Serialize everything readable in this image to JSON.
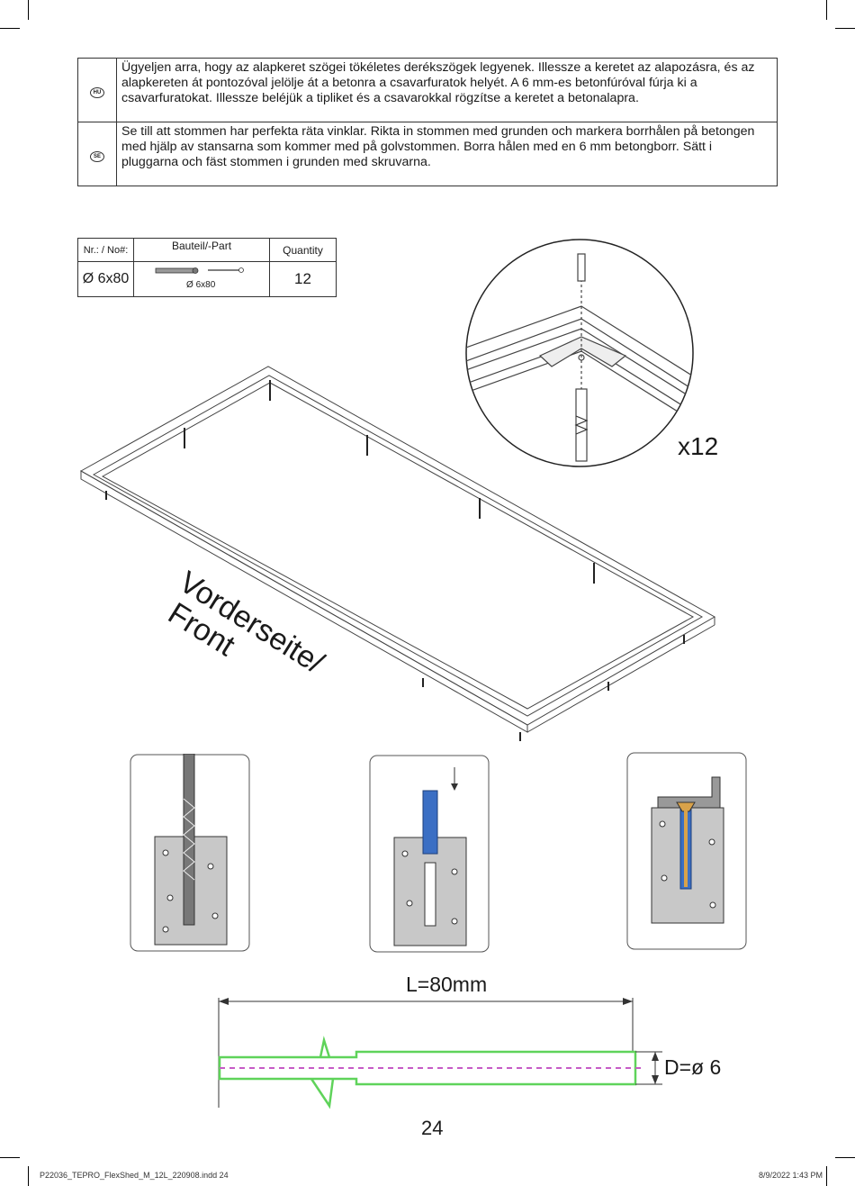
{
  "instructions": [
    {
      "lang": "HU",
      "text": "Ügyeljen arra, hogy az alapkeret szögei tökéletes derékszögek legyenek. Illessze a keretet az alapozásra, és az alapkereten át pontozóval jelölje át a betonra a csavarfuratok helyét. A 6 mm-es betonfúróval fúrja ki a csavarfuratokat. Illessze beléjük a tipliket és a csavarokkal rögzítse a keretet a betonalapra."
    },
    {
      "lang": "SE",
      "text": "Se till att stommen har perfekta räta vinklar. Rikta in stommen med grunden och markera borrhålen på betongen med hjälp av stansarna som kommer med på golvstommen. Borra hålen med en 6 mm betongborr. Sätt i pluggarna och fäst stommen i grunden med skruvarna."
    }
  ],
  "parts_table": {
    "headers": [
      "Nr.: / No#:",
      "Bauteil/-Part",
      "Quantity"
    ],
    "row": {
      "nr": "Ø 6x80",
      "part_label": "Ø 6x80",
      "quantity": "12"
    }
  },
  "detail_multiplier": "x12",
  "front_label_line1": "Vorderseite/",
  "front_label_line2": "Front",
  "dimension_length": "L=80mm",
  "dimension_diameter": "D=ø 6",
  "page_number": "24",
  "footer_left": "P22036_TEPRO_FlexShed_M_12L_220908.indd 24",
  "footer_right": "8/9/2022 1:43 PM",
  "colors": {
    "dowel_blue": "#3b6fc4",
    "screw_orange": "#d9a24a",
    "outline_green": "#5fd35a",
    "axis_magenta": "#c65cc6",
    "concrete": "#c8c8c8"
  }
}
